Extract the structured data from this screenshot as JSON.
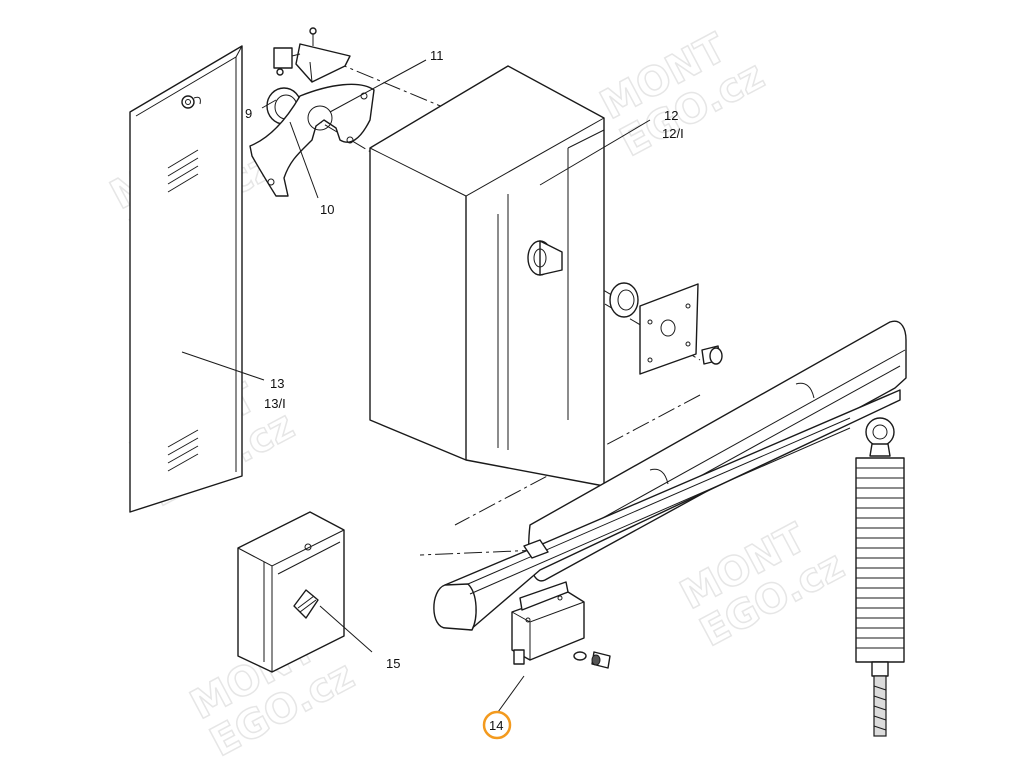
{
  "labels": {
    "l9": "9",
    "l10": "10",
    "l11": "11",
    "l12a": "12",
    "l12b": "12/I",
    "l13a": "13",
    "l13b": "13/I",
    "l14": "14",
    "l15": "15"
  },
  "watermark": {
    "line1": "MONT",
    "line2": "EGO.cz"
  },
  "colors": {
    "highlight": "#f39a1e",
    "line": "#1a1a1a"
  }
}
